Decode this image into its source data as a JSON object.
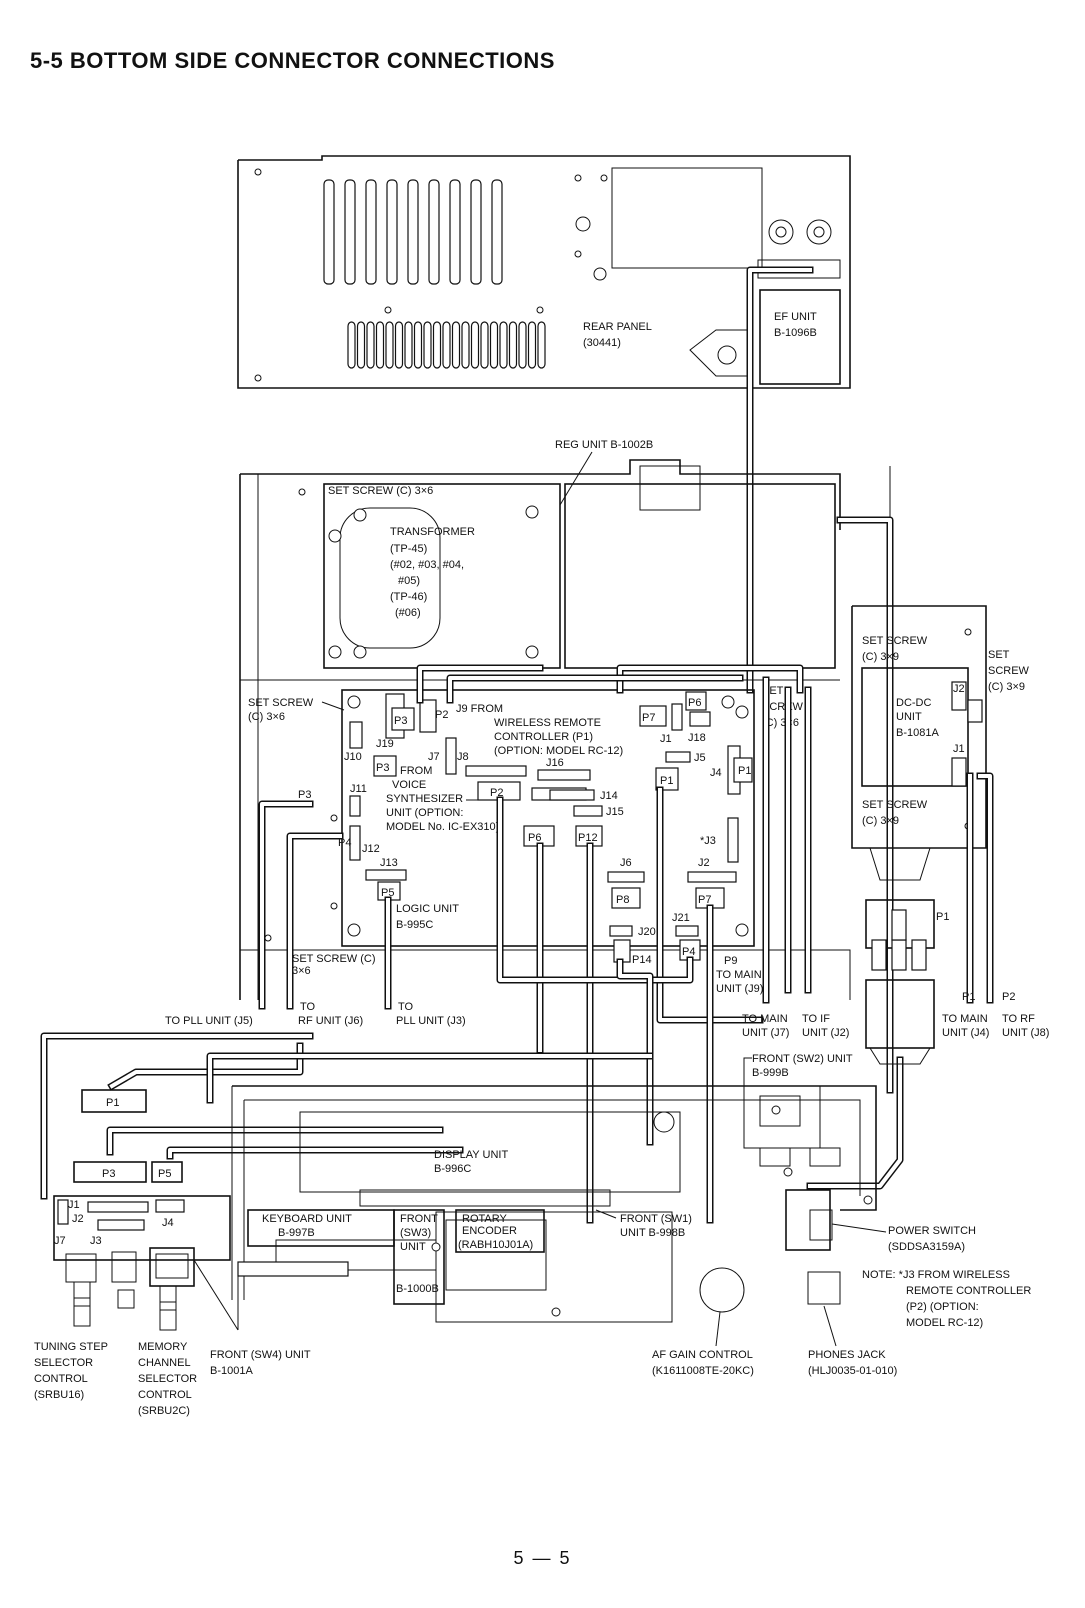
{
  "title": "5-5 BOTTOM SIDE CONNECTOR CONNECTIONS",
  "page_number": "5 — 5",
  "labels": {
    "rear_panel": [
      "REAR PANEL",
      "(30441)"
    ],
    "ef_unit": [
      "EF UNIT",
      "B-1096B"
    ],
    "reg_unit": "REG UNIT B-1002B",
    "set_screw_top": "SET SCREW (C) 3×6",
    "transformer": [
      "TRANSFORMER",
      "(TP-45)",
      "(#02, #03, #04,",
      "#05)",
      "(TP-46)",
      "(#06)"
    ],
    "set_screw_left": [
      "SET SCREW",
      "(C) 3×6"
    ],
    "set_screw_right": [
      "SET",
      "SCREW",
      "(C) 3×6"
    ],
    "set_screw_dcdc_top": [
      "SET SCREW",
      "(C) 3×9"
    ],
    "set_screw_dcdc_right": [
      "SET",
      "SCREW",
      "(C) 3×9"
    ],
    "set_screw_dcdc_bottom": [
      "SET SCREW",
      "(C) 3×9"
    ],
    "dcdc_unit": [
      "DC-DC",
      "UNIT",
      "B-1081A"
    ],
    "j9_from": [
      "J9 FROM",
      "WIRELESS REMOTE",
      "CONTROLLER (P1)",
      "(OPTION: MODEL RC-12)"
    ],
    "voice": [
      "FROM",
      "VOICE",
      "SYNTHESIZER",
      "UNIT (OPTION:",
      "MODEL No. IC-EX310)"
    ],
    "logic_unit": [
      "LOGIC UNIT",
      "B-995C"
    ],
    "set_screw_logic": [
      "SET SCREW (C)",
      "3×6"
    ],
    "to_pll_j5": "TO PLL UNIT (J5)",
    "to_rf_j6": [
      "TO",
      "RF UNIT (J6)"
    ],
    "to_pll_j3": [
      "TO",
      "PLL UNIT (J3)"
    ],
    "to_main_j9": [
      "P9",
      "TO MAIN",
      "UNIT (J9)"
    ],
    "to_main_j7": [
      "TO MAIN",
      "UNIT (J7)"
    ],
    "to_if_j2": [
      "TO IF",
      "UNIT (J2)"
    ],
    "to_main_j4": [
      "TO MAIN",
      "UNIT (J4)"
    ],
    "to_rf_j8": [
      "TO RF",
      "UNIT (J8)"
    ],
    "front_sw2": [
      "FRONT (SW2) UNIT",
      "B-999B"
    ],
    "display_unit": [
      "DISPLAY UNIT",
      "B-996C"
    ],
    "keyboard_unit": [
      "KEYBOARD UNIT",
      "B-997B"
    ],
    "front_sw3": [
      "FRONT",
      "(SW3)",
      "UNIT"
    ],
    "b1000b": "B-1000B",
    "rotary": [
      "ROTARY",
      "ENCODER",
      "(RABH10J01A)"
    ],
    "front_sw1": [
      "FRONT (SW1)",
      "UNIT B-998B"
    ],
    "power_switch": [
      "POWER SWITCH",
      "(SDDSA3159A)"
    ],
    "note": [
      "NOTE: *J3 FROM WIRELESS",
      "REMOTE CONTROLLER",
      "(P2) (OPTION:",
      "MODEL RC-12)"
    ],
    "tuning_step": [
      "TUNING STEP",
      "SELECTOR",
      "CONTROL",
      "(SRBU16)"
    ],
    "memory_channel": [
      "MEMORY",
      "CHANNEL",
      "SELECTOR",
      "CONTROL",
      "(SRBU2C)"
    ],
    "front_sw4": [
      "FRONT (SW4) UNIT",
      "B-1001A"
    ],
    "af_gain": [
      "AF GAIN CONTROL",
      "(K1611008TE-20KC)"
    ],
    "phones_jack": [
      "PHONES JACK",
      "(HLJ0035-01-010)"
    ]
  },
  "connectors": {
    "p1": "P1",
    "p2": "P2",
    "p3": "P3",
    "p4": "P4",
    "p5": "P5",
    "p6": "P6",
    "p7": "P7",
    "p8": "P8",
    "p12": "P12",
    "p14": "P14",
    "j1": "J1",
    "j2": "J2",
    "j3": "J3",
    "j4": "J4",
    "j5": "J5",
    "j6": "J6",
    "j7": "J7",
    "j8": "J8",
    "j10": "J10",
    "j11": "J11",
    "j12": "J12",
    "j13": "J13",
    "j14": "J14",
    "j15": "J15",
    "j16": "J16",
    "j18": "J18",
    "j19": "J19",
    "j20": "J20",
    "j21": "J21",
    "star_j3": "*J3"
  }
}
